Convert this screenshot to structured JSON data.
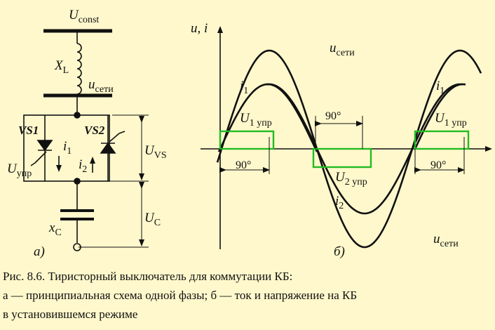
{
  "schematic": {
    "u_const": "U",
    "u_const_sub": "const",
    "xl": "X",
    "xl_sub": "L",
    "u_seti": "u",
    "u_seti_sub": "сети",
    "vs1": "VS1",
    "vs2": "VS2",
    "i1": "i",
    "i1_sub": "1",
    "i2": "i",
    "i2_sub": "2",
    "u_upr": "U",
    "u_upr_sub": "упр",
    "u_vs": "U",
    "u_vs_sub": "VS",
    "u_c": "U",
    "u_c_sub": "C",
    "xc": "x",
    "xc_sub": "C",
    "panel": "а)"
  },
  "waveforms": {
    "axis_label": "u, i",
    "u_seti_top": "u",
    "u_seti_top_sub": "сети",
    "u_seti_bottom": "u",
    "u_seti_bottom_sub": "сети",
    "i1_left": "i",
    "i1_left_sub": "1",
    "i1_right": "i",
    "i1_right_sub": "1",
    "i2": "i",
    "i2_sub": "2",
    "u1upr_left": "U",
    "u1upr_left_sub": "1 упр",
    "u1upr_right": "U",
    "u1upr_right_sub": "1 упр",
    "u2upr": "U",
    "u2upr_sub": "2 упр",
    "angle_left": "90°",
    "angle_middle": "90°",
    "angle_right": "90°",
    "panel": "б)",
    "pulse_color": "#22bb22"
  },
  "caption": {
    "line1": "Рис. 8.6. Тиристорный выключатель для коммутации КБ:",
    "line2": "а — принципиальная схема одной фазы; б — ток и напряжение на КБ",
    "line3": "в установившемся режиме"
  }
}
